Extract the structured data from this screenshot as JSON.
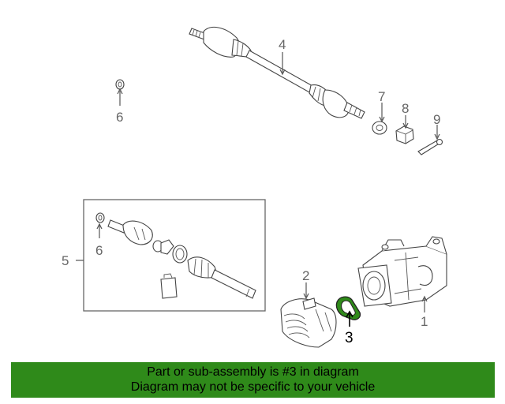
{
  "callouts": {
    "c1": "1",
    "c2": "2",
    "c3": "3",
    "c4": "4",
    "c5": "5",
    "c6a": "6",
    "c6b": "6",
    "c7": "7",
    "c8": "8",
    "c9": "9"
  },
  "highlight_color": "#2f8a1a",
  "banner": {
    "line1": "Part or sub-assembly is #3 in diagram",
    "line2": "Diagram may not be specific to your vehicle",
    "color": "#2f8a1a"
  }
}
